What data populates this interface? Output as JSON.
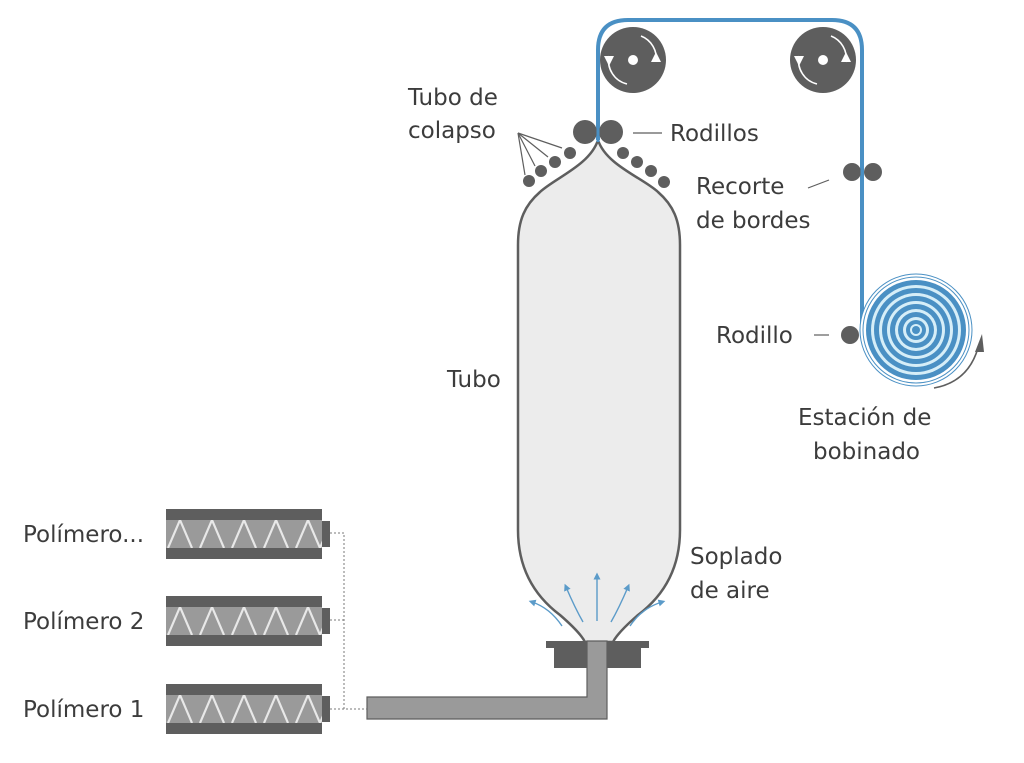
{
  "diagram": {
    "title": "Blown film extrusion process",
    "colors": {
      "film": "#4a90c4",
      "machine_dark": "#5e5e5e",
      "machine_mid": "#9a9a9a",
      "tube_fill": "#ececec",
      "tube_stroke": "#5e5e5e",
      "text": "#3c3c3c",
      "air_arrow": "#5b9bc9",
      "coil_light": "#d6eef8"
    },
    "labels": {
      "collapse_tube_line1": "Tubo de",
      "collapse_tube_line2": "colapso",
      "rollers": "Rodillos",
      "edge_trim_line1": "Recorte",
      "edge_trim_line2": "de bordes",
      "roller": "Rodillo",
      "winding_line1": "Estación de",
      "winding_line2": "bobinado",
      "tube": "Tubo",
      "air_line1": "Soplado",
      "air_line2": "de aire",
      "polymer_n": "Polímero...",
      "polymer_2": "Polímero 2",
      "polymer_1": "Polímero 1"
    },
    "extruders": [
      {
        "id": "polymer-n",
        "label_key": "polymer_n"
      },
      {
        "id": "polymer-2",
        "label_key": "polymer_2"
      },
      {
        "id": "polymer-1",
        "label_key": "polymer_1"
      }
    ]
  }
}
